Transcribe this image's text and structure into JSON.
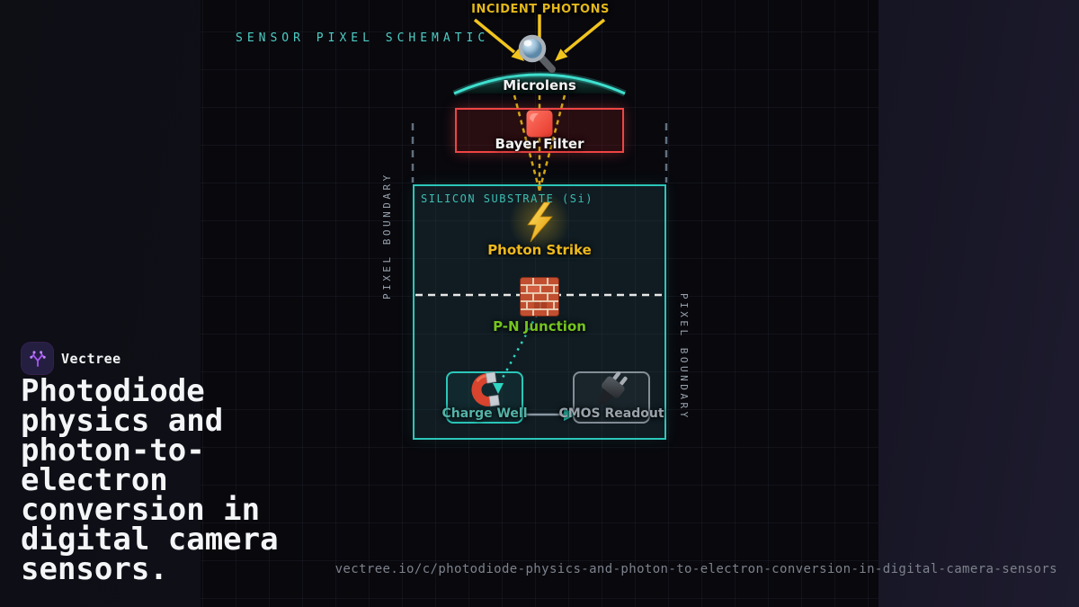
{
  "brand": {
    "name": "Vectree"
  },
  "headline": "Photodiode\nphysics and\nphoton-to-\nelectron\nconversion in\ndigital camera\nsensors.",
  "footer": {
    "url": "vectree.io/c/photodiode-physics-and-photon-to-electron-conversion-in-digital-camera-sensors"
  },
  "schematic": {
    "heading": "SENSOR PIXEL SCHEMATIC",
    "incident_photons": "INCIDENT PHOTONS",
    "microlens": "Microlens",
    "bayer_filter": "Bayer Filter",
    "pixel_boundary": "PIXEL BOUNDARY",
    "substrate": "SILICON SUBSTRATE (Si)",
    "photon_strike": "Photon Strike",
    "pn_junction": "P-N Junction",
    "charge_well": "Charge Well",
    "cmos_readout": "CMOS Readout",
    "icons": {
      "lens": "magnifier-icon",
      "filter": "red-square-icon",
      "strike": "lightning-icon",
      "junction": "brick-wall-icon",
      "well": "magnet-icon",
      "readout": "plug-icon",
      "logo": "vectree-branch-icon"
    },
    "colors": {
      "teal": "#2bc7b9",
      "gold": "#eec31e",
      "red": "#ef4444",
      "green": "#74c41e",
      "gray": "#9aa3b2",
      "purple": "#a855f7",
      "dash_white": "#e8e8e8"
    }
  }
}
